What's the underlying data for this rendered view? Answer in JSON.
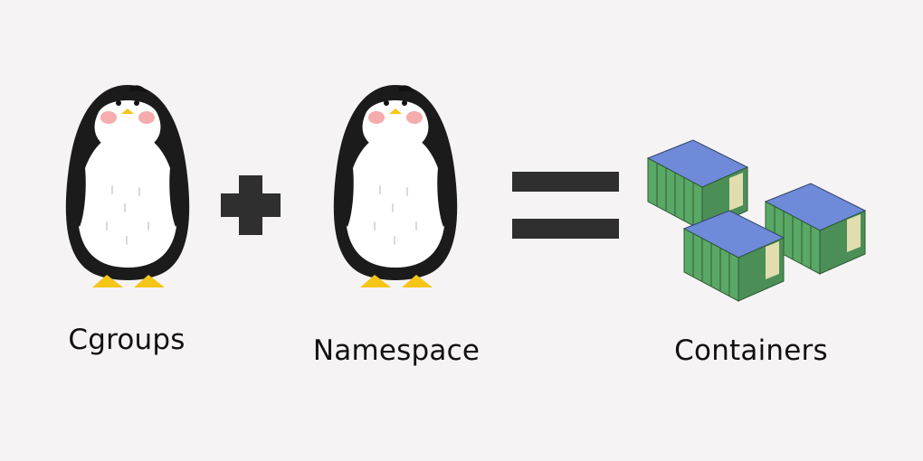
{
  "diagram": {
    "items": [
      {
        "label": "Cgroups",
        "icon": "penguin-icon"
      },
      {
        "label": "Namespace",
        "icon": "penguin-icon"
      },
      {
        "label": "Containers",
        "icon": "shipping-containers-icon"
      }
    ],
    "operators": [
      "plus-icon",
      "equals-icon"
    ],
    "colors": {
      "background": "#f5f3f4",
      "penguin_body": "#1b1b1b",
      "penguin_belly": "#ffffff",
      "penguin_feet": "#f5c518",
      "cheeks": "#f4a3a3",
      "operator": "#2f2f2f",
      "container_side": "#5aa865",
      "container_top": "#6f8ad8"
    }
  }
}
